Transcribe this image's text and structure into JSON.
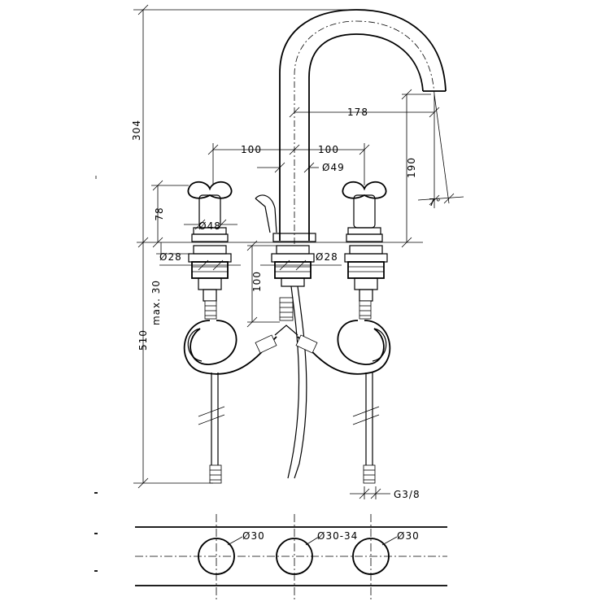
{
  "dimensions": {
    "total_height": "304",
    "spout_reach": "178",
    "spacing_left": "100",
    "spacing_right": "100",
    "spout_diameter": "Ø49",
    "spout_rise": "190",
    "spout_angle": "7°",
    "handle_height": "78",
    "handle_diameter": "Ø48",
    "left_shank": "Ø28",
    "center_shank": "Ø28",
    "shank_length": "100",
    "max_thickness": "max. 30",
    "hose_length": "510",
    "thread": "G3/8"
  },
  "holes": {
    "left": "Ø30",
    "center": "Ø30-34",
    "right": "Ø30"
  }
}
